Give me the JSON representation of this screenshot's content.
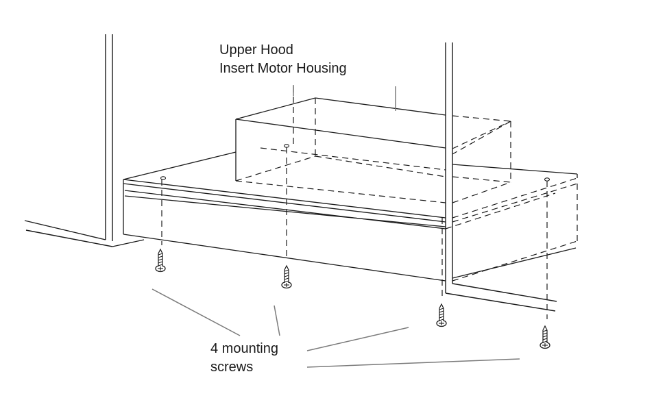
{
  "labels": {
    "hood": {
      "line1": "Upper Hood",
      "line2": "Insert Motor Housing"
    },
    "screws": {
      "line1": "4 mounting",
      "line2": "screws"
    }
  },
  "colors": {
    "line": "#1a1a1a",
    "leader": "#7a7a7a",
    "background": "#ffffff"
  },
  "icons": {
    "screw": "mounting-screw-icon"
  }
}
